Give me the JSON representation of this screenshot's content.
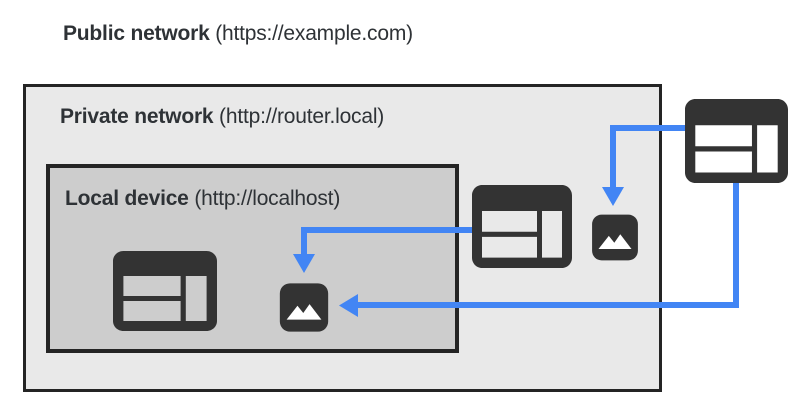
{
  "page": {
    "title_bold": "Public network",
    "title_paren": "(https://example.com)"
  },
  "private_network": {
    "label_bold": "Private network",
    "label_paren": "(http://router.local)"
  },
  "local_device": {
    "label_bold": "Local device",
    "label_paren": "(http://localhost)"
  },
  "icons": [
    {
      "name": "public-browser-window-icon",
      "glyph": "browser-window",
      "location": "public network"
    },
    {
      "name": "private-browser-window-icon",
      "glyph": "browser-window",
      "location": "private network"
    },
    {
      "name": "local-browser-window-icon",
      "glyph": "browser-window",
      "location": "local device"
    },
    {
      "name": "private-image-icon",
      "glyph": "image-mountains",
      "location": "private network"
    },
    {
      "name": "local-image-icon",
      "glyph": "image-mountains",
      "location": "local device"
    }
  ],
  "arrows": [
    {
      "from": "public-browser-window",
      "to": "private-image"
    },
    {
      "from": "public-browser-window",
      "to": "local-image"
    },
    {
      "from": "private-browser-window",
      "to": "local-image"
    }
  ],
  "colors": {
    "accent_blue": "#4285f4",
    "icon_dark": "#333333",
    "border_dark": "#242424",
    "private_bg": "#e9e9e9",
    "local_bg": "#cdcdcd",
    "text": "#2e3236",
    "page_bg": "#ffffff",
    "mountain_white": "#ffffff"
  }
}
